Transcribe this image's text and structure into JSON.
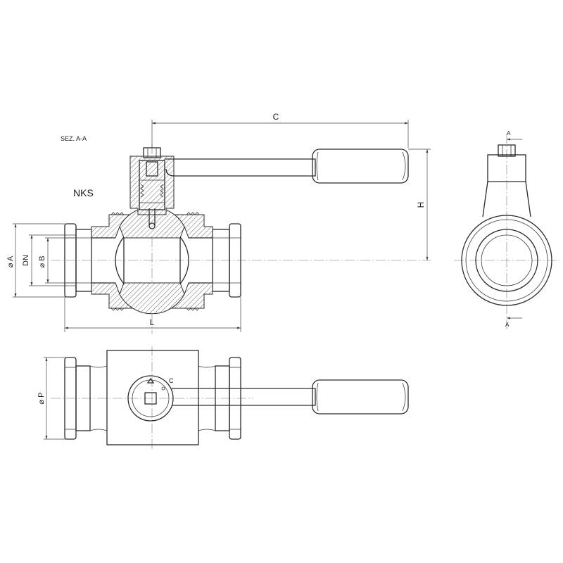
{
  "labels": {
    "section": "SEZ. A-A",
    "model": "NKS",
    "dim_c": "C",
    "dim_h": "H",
    "dim_l": "L",
    "dim_a": "⌀ A",
    "dim_dn": "DN",
    "dim_b": "⌀ B",
    "dim_p": "⌀ P",
    "cut_top": "A",
    "cut_bottom": "A",
    "knob_mark": "C"
  },
  "colors": {
    "line": "#2a2a2a",
    "background": "#ffffff"
  }
}
